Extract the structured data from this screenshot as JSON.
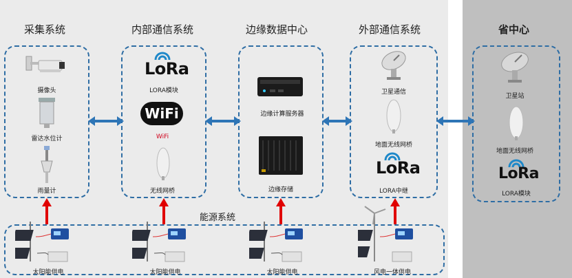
{
  "groups": {
    "acquisition": {
      "title": "采集系统",
      "items": [
        "摄像头",
        "雷达水位计",
        "雨量计"
      ]
    },
    "internal_comm": {
      "title": "内部通信系统",
      "lora_logo": "LoRa",
      "wifi_logo": "WiFi",
      "items": [
        "LORA模块",
        "WiFi",
        "无线网桥"
      ]
    },
    "edge": {
      "title": "边缘数据中心",
      "items": [
        "边缘计算服务器",
        "边缘存储"
      ]
    },
    "external_comm": {
      "title": "外部通信系统",
      "lora_logo": "LoRa",
      "items": [
        "卫星通信",
        "地面无线网桥",
        "LORA中继"
      ]
    },
    "province": {
      "title": "省中心",
      "lora_logo": "LoRa",
      "items": [
        "卫星站",
        "地面无线网桥",
        "LORA模块"
      ]
    }
  },
  "energy": {
    "title": "能源系统",
    "items": [
      "太阳能供电",
      "太阳能供电",
      "太阳能供电",
      "风电一体供电"
    ]
  },
  "colors": {
    "box_border": "#2e6da4",
    "bidir_arrow": "#2e75b6",
    "power_arrow": "#e00000",
    "left_bg": "#ebebeb",
    "right_bg": "#bfbfbf",
    "wifi_label": "#d0021b"
  },
  "icons": [
    "camera-icon",
    "radar-gauge-icon",
    "rain-gauge-icon",
    "lora-logo",
    "wifi-logo",
    "bridge-antenna-icon",
    "server-icon",
    "storage-icon",
    "satellite-dish-icon",
    "solar-panel-icon",
    "wind-turbine-icon",
    "battery-controller-icon"
  ]
}
